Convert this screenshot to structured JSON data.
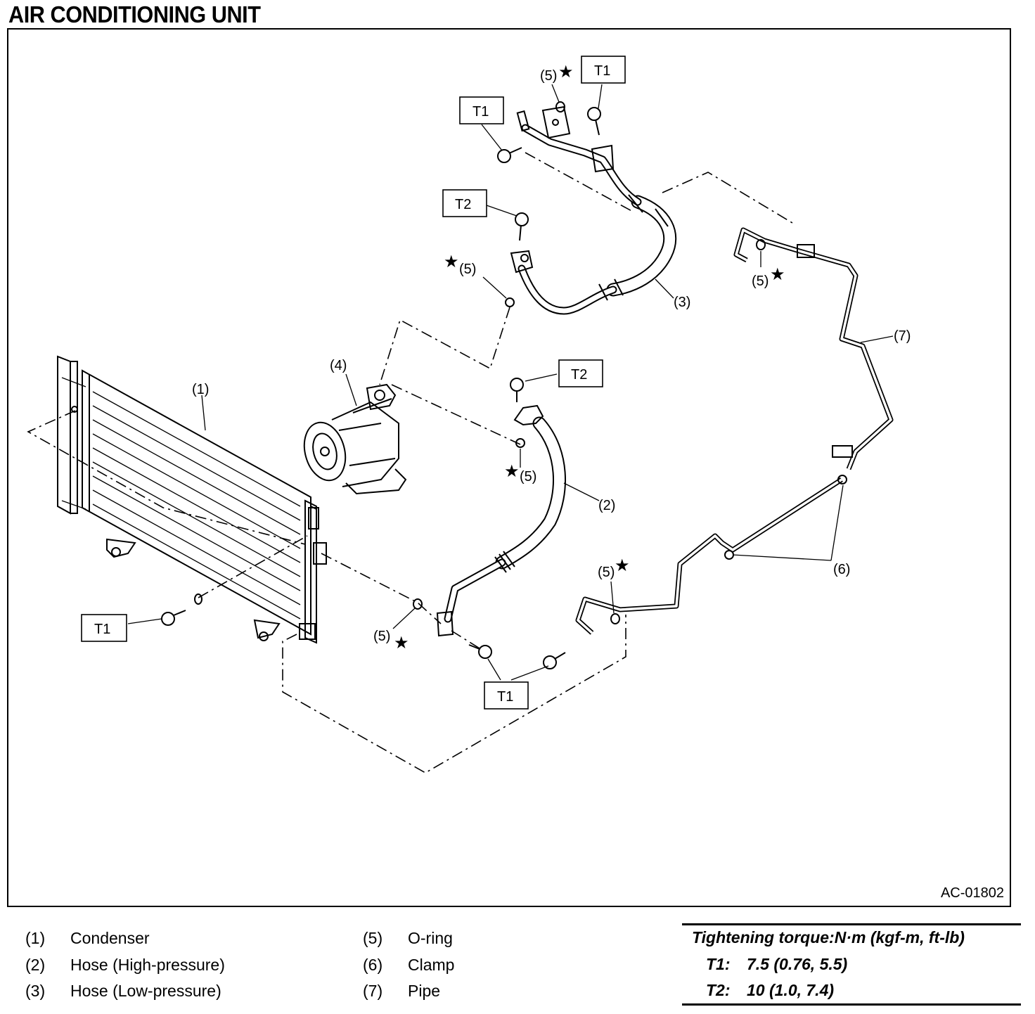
{
  "title": "AIR CONDITIONING UNIT",
  "figure_id": "AC-01802",
  "callouts": {
    "c1": "(1)",
    "c2": "(2)",
    "c3": "(3)",
    "c4": "(4)",
    "c5": "(5)",
    "c6": "(6)",
    "c7": "(7)",
    "t1": "T1",
    "t2": "T2",
    "star": "★"
  },
  "legend": [
    {
      "num": "(1)",
      "name": "Condenser"
    },
    {
      "num": "(2)",
      "name": "Hose (High-pressure)"
    },
    {
      "num": "(3)",
      "name": "Hose (Low-pressure)"
    },
    {
      "num": "(5)",
      "name": "O-ring"
    },
    {
      "num": "(6)",
      "name": "Clamp"
    },
    {
      "num": "(7)",
      "name": "Pipe"
    }
  ],
  "torque": {
    "heading": "Tightening torque:N·m (kgf-m, ft-lb)",
    "rows": [
      {
        "key": "T1:",
        "value": "7.5 (0.76, 5.5)"
      },
      {
        "key": "T2:",
        "value": "10 (1.0, 7.4)"
      }
    ]
  }
}
